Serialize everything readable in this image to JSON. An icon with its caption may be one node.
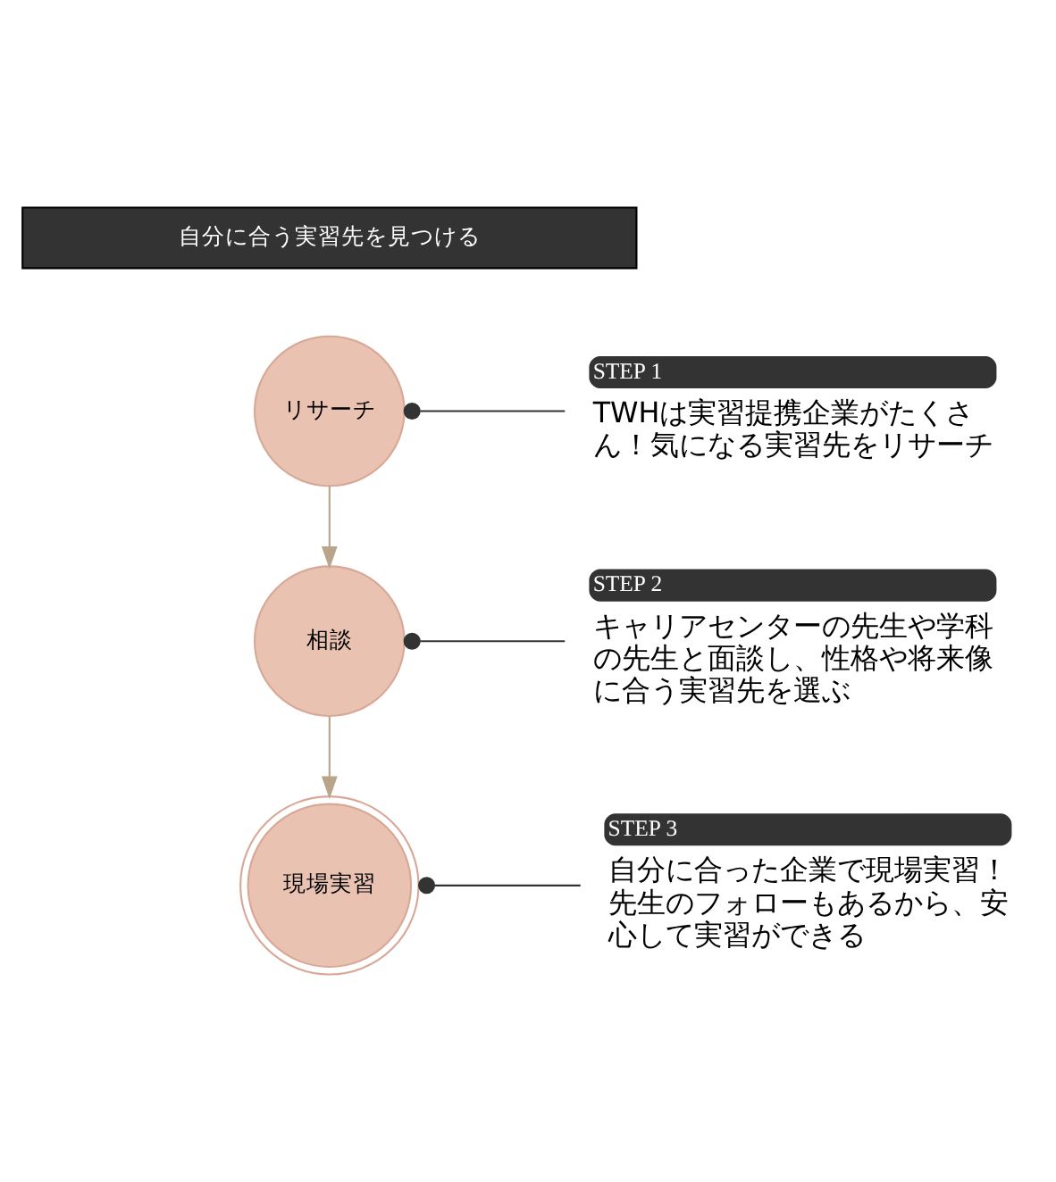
{
  "diagram": {
    "nodes": [
      {
        "text": [
          "自分に合う実習先を見つける"
        ]
      },
      {
        "text": [
          "リサーチ"
        ]
      },
      {
        "text": [
          "STEP 1"
        ],
        "beside": [
          "TWHは実習提携企業がたくさん！気になる実習先をリサーチ"
        ]
      },
      {
        "text": [
          "相談"
        ]
      },
      {
        "text": [
          "STEP 2"
        ],
        "beside": [
          "キャリアセンターの先生や学科の先生と面談し、性格や将来像に合う実習先を選ぶ"
        ]
      },
      {
        "text": [
          "現場実習"
        ]
      },
      {
        "text": [
          "STEP 3"
        ],
        "beside": [
          "自分に合った企業で現場実習！先生のフォローもあるから、安心して実習ができる"
        ]
      }
    ],
    "edges": [
      {
        "from": 1,
        "to": 2,
        "arrow": "other",
        "color": "#333333"
      },
      {
        "from": 1,
        "to": 3,
        "arrow": "to",
        "color": "#b8a58a"
      },
      {
        "from": 3,
        "to": 4,
        "arrow": "other",
        "color": "#333333"
      },
      {
        "from": 3,
        "to": 5,
        "arrow": "to",
        "color": "#b8a58a"
      },
      {
        "from": 5,
        "to": 6,
        "arrow": "other",
        "color": "#333333"
      }
    ]
  }
}
